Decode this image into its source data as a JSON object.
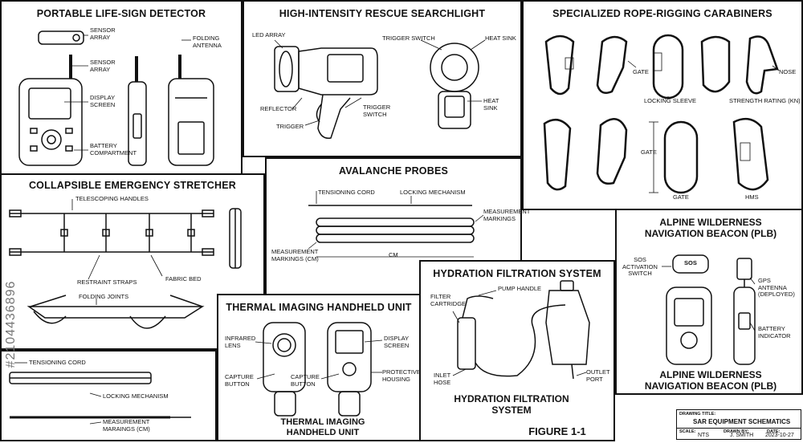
{
  "life_sign": {
    "title": "PORTABLE LIFE-SIGN DETECTOR",
    "sensor_array_1": "SENSOR ARRAY",
    "sensor_array_2": "SENSOR ARRAY",
    "display_screen": "DISPLAY SCREEN",
    "battery": "BATTERY COMPARTMENT",
    "folding_antenna": "FOLDING ANTENNA"
  },
  "searchlight": {
    "title": "HIGH-INTENSITY RESCUE SEARCHLIGHT",
    "led_array": "LED ARRAY",
    "reflector": "REFLECTOR",
    "trigger": "TRIGGER",
    "trigger_switch_1": "TRIGGER SWITCH",
    "trigger_switch_2": "TRIGGER SWITCH",
    "heat_sink_1": "HEAT SINK",
    "heat_sink_2": "HEAT SINK"
  },
  "carabiners": {
    "title": "SPECIALIZED ROPE-RIGGING CARABINERS",
    "gate_1": "GATE",
    "nose": "NOSE",
    "locking_sleeve": "LOCKING SLEEVE",
    "strength": "STRENGTH RATING (KN)",
    "gate_2": "GATE",
    "gate_3": "GATE",
    "hms": "HMS"
  },
  "stretcher": {
    "title": "COLLAPSIBLE EMERGENCY STRETCHER",
    "telescoping": "TELESCOPING HANDLES",
    "restraint": "RESTRAINT STRAPS",
    "fabric_bed": "FABRIC BED",
    "folding_joints": "FOLDING JOINTS"
  },
  "avalanche": {
    "title": "AVALANCHE PROBES",
    "tensioning": "TENSIONING CORD",
    "locking": "LOCKING MECHANISM",
    "measurement_markings": "MEASUREMENT MARKINGS",
    "measurement_cm": "MEASUREMENT MARKINGS (CM)",
    "cm": "CM"
  },
  "probe_detail": {
    "tensioning": "TENSIONING CORD",
    "locking": "LOCKING MECHANISM",
    "measurement": "MEASUREMENT MARAINGS (CM)"
  },
  "thermal": {
    "title": "THERMAL IMAGING HANDHELD UNIT",
    "infrared": "INFRARED LENS",
    "capture_1": "CAPTURE BUTTON",
    "capture_2": "CAPTURE BUTTON",
    "display": "DISPLAY SCREEN",
    "protective": "PROTECTIVE HOUSING",
    "caption": "THERMAL IMAGING HANDHELD UNIT"
  },
  "hydration": {
    "title": "HYDRATION FILTRATION SYSTEM",
    "filter": "FILTER CARTRIDGE",
    "pump": "PUMP HANDLE",
    "inlet": "INLET HOSE",
    "outlet": "OUTLET PORT",
    "caption": "HYDRATION FILTRATION SYSTEM"
  },
  "beacon": {
    "title": "ALPINE WILDERNESS NAVIGATION BEACON (PLB)",
    "sos_switch": "SOS ACTIVATION SWITCH",
    "sos": "SOS",
    "gps": "GPS ANTENNA (DEPLOYED)",
    "battery": "BATTERY INDICATOR",
    "caption": "ALPINE WILDERNESS NAVIGATION BEACON (PLB)"
  },
  "figure": "FIGURE 1-1",
  "title_block": {
    "drawing_title_label": "DRAWING TITLE:",
    "drawing_title": "SAR EQUIPMENT SCHEMATICS",
    "scale_label": "SCALE:",
    "scale": "NTS",
    "drawn_label": "DRAWN BY:",
    "drawn": "J. SMITH",
    "date_label": "DATE:",
    "date": "2023-10-27"
  },
  "watermark": "#2104436896"
}
